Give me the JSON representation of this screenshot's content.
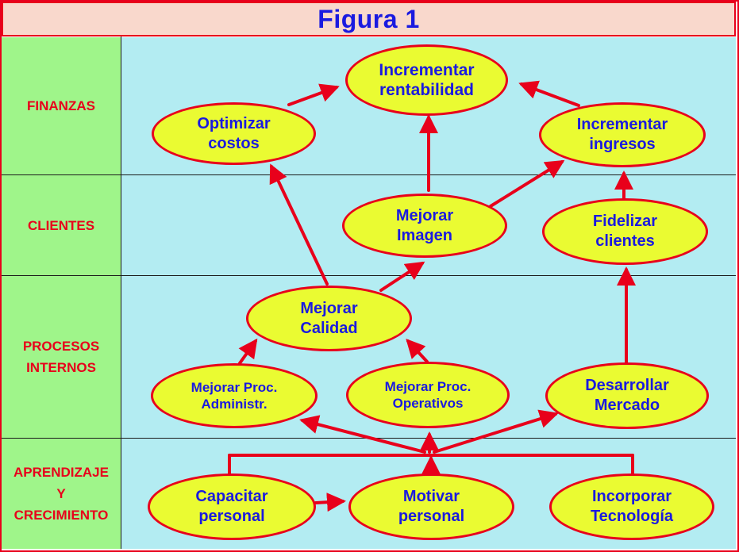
{
  "title": "Figura 1",
  "perspectives": [
    {
      "id": "finanzas",
      "label": "FINANZAS"
    },
    {
      "id": "clientes",
      "label": "CLIENTES"
    },
    {
      "id": "procesos",
      "label": "PROCESOS\nINTERNOS"
    },
    {
      "id": "aprendizaje",
      "label": "APRENDIZAJE\nY\nCRECIMIENTO"
    }
  ],
  "nodes": {
    "incrementar_rentabilidad": "Incrementar\nrentabilidad",
    "optimizar_costos": "Optimizar\ncostos",
    "incrementar_ingresos": "Incrementar\ningresos",
    "mejorar_imagen": "Mejorar\nImagen",
    "fidelizar_clientes": "Fidelizar\nclientes",
    "mejorar_calidad": "Mejorar\nCalidad",
    "mejorar_proc_administr": "Mejorar Proc.\nAdministr.",
    "mejorar_proc_operativos": "Mejorar Proc.\nOperativos",
    "desarrollar_mercado": "Desarrollar\nMercado",
    "capacitar_personal": "Capacitar\npersonal",
    "motivar_personal": "Motivar\npersonal",
    "incorporar_tecnologia": "Incorporar\nTecnología"
  },
  "colors": {
    "accent": "#e8001b",
    "title_bg": "#f9d8cc",
    "label_bg": "#9ff58a",
    "lane_bg": "#b3ecf2",
    "node_fill": "#eafb32",
    "node_text": "#1a1ae0"
  }
}
